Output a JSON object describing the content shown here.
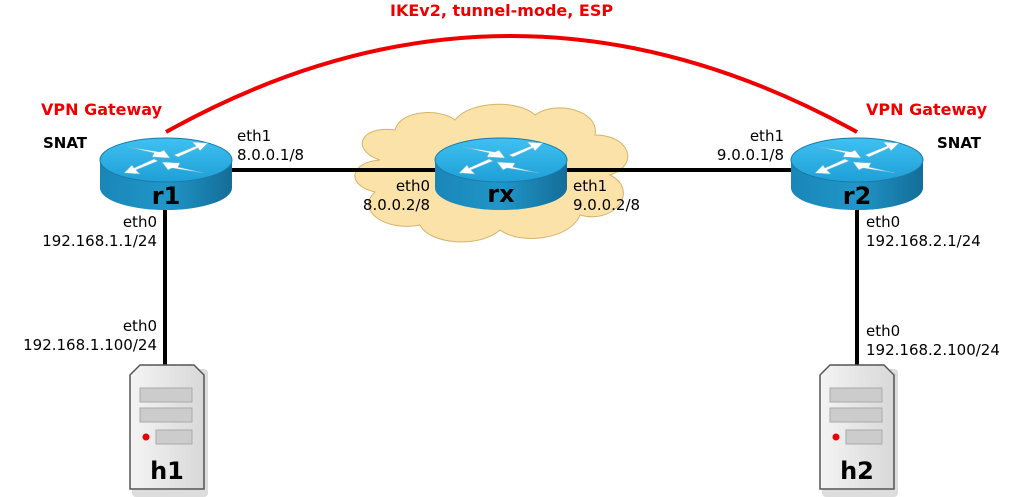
{
  "tunnel": {
    "label": "IKEv2, tunnel-mode, ESP",
    "color": "#ee0000"
  },
  "routers": [
    {
      "id": "r1",
      "name": "r1",
      "role": "VPN Gateway",
      "nat": "SNAT"
    },
    {
      "id": "rx",
      "name": "rx"
    },
    {
      "id": "r2",
      "name": "r2",
      "role": "VPN Gateway",
      "nat": "SNAT"
    }
  ],
  "hosts": [
    {
      "id": "h1",
      "name": "h1"
    },
    {
      "id": "h2",
      "name": "h2"
    }
  ],
  "interfaces": {
    "r1_eth1": {
      "name": "eth1",
      "ip": "8.0.0.1/8"
    },
    "r1_eth0": {
      "name": "eth0",
      "ip": "192.168.1.1/24"
    },
    "rx_eth0": {
      "name": "eth0",
      "ip": "8.0.0.2/8"
    },
    "rx_eth1": {
      "name": "eth1",
      "ip": "9.0.0.2/8"
    },
    "r2_eth1": {
      "name": "eth1",
      "ip": "9.0.0.1/8"
    },
    "r2_eth0": {
      "name": "eth0",
      "ip": "192.168.2.1/24"
    },
    "h1_eth0": {
      "name": "eth0",
      "ip": "192.168.1.100/24"
    },
    "h2_eth0": {
      "name": "eth0",
      "ip": "192.168.2.100/24"
    }
  },
  "colors": {
    "router_top": "#2aa8e0",
    "router_side": "#1a7aa8",
    "cloud_fill": "#fbe2a8",
    "cloud_stroke": "#d4b46a",
    "link": "#000000"
  }
}
